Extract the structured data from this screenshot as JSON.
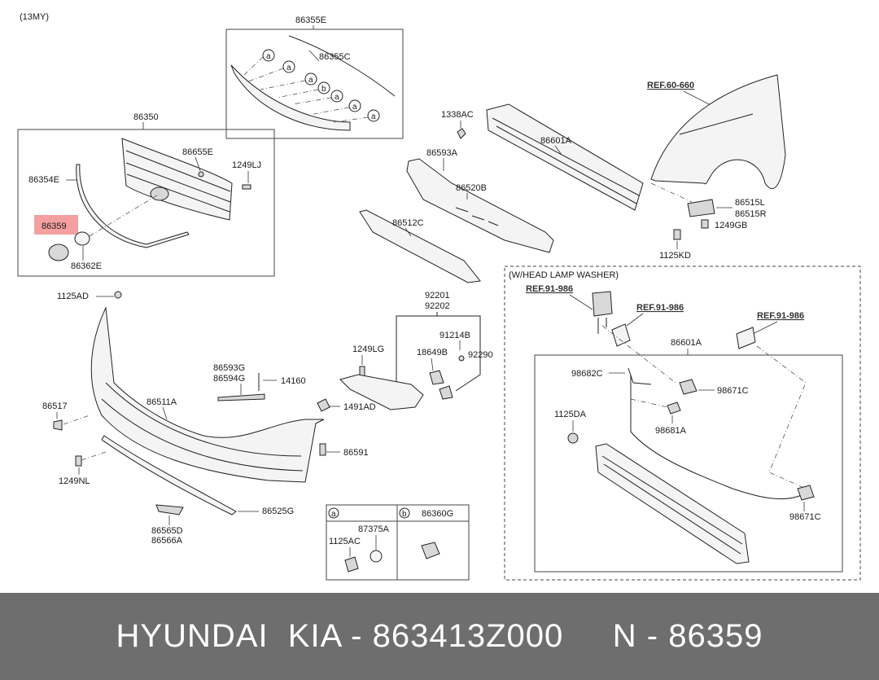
{
  "model_code": "(13MY)",
  "labels": {
    "l86355E": "86355E",
    "l86355C": "86355C",
    "l86350": "86350",
    "l86655E": "86655E",
    "l1249LJ": "1249LJ",
    "l86354E": "86354E",
    "l86359": "86359",
    "l86362E": "86362E",
    "l1338AC": "1338AC",
    "l86601A_top": "86601A",
    "l86593A": "86593A",
    "l86520B": "86520B",
    "l86512C": "86512C",
    "lREF60": "REF.60-660",
    "l86515L": "86515L",
    "l86515R": "86515R",
    "l1249GB": "1249GB",
    "l1125KD": "1125KD",
    "l1125AD": "1125AD",
    "l92201": "92201",
    "l92202": "92202",
    "l91214B": "91214B",
    "l1249LG": "1249LG",
    "l18649B": "18649B",
    "l92290": "92290",
    "l86593G": "86593G",
    "l86594G": "86594G",
    "l14160": "14160",
    "l86517": "86517",
    "l86511A": "86511A",
    "l1491AD": "1491AD",
    "l86591": "86591",
    "l1249NL": "1249NL",
    "l86525G": "86525G",
    "l86565D": "86565D",
    "l86566A": "86566A",
    "l87375A": "87375A",
    "l1125AC": "1125AC",
    "l86360G": "86360G",
    "washer_title": "(W/HEAD LAMP WASHER)",
    "lREF91a": "REF.91-986",
    "lREF91b": "REF.91-986",
    "lREF91c": "REF.91-986",
    "l86601A_w": "86601A",
    "l98682C": "98682C",
    "l98671C_a": "98671C",
    "l1125DA": "1125DA",
    "l98681A": "98681A",
    "l98671C_b": "98671C"
  },
  "callouts": {
    "a": "a",
    "b": "b"
  },
  "highlight_color": "#f08080",
  "footer": {
    "text": "HYUNDAI  KIA - 863413Z000     N - 86359",
    "background": "#6e6e6e"
  }
}
